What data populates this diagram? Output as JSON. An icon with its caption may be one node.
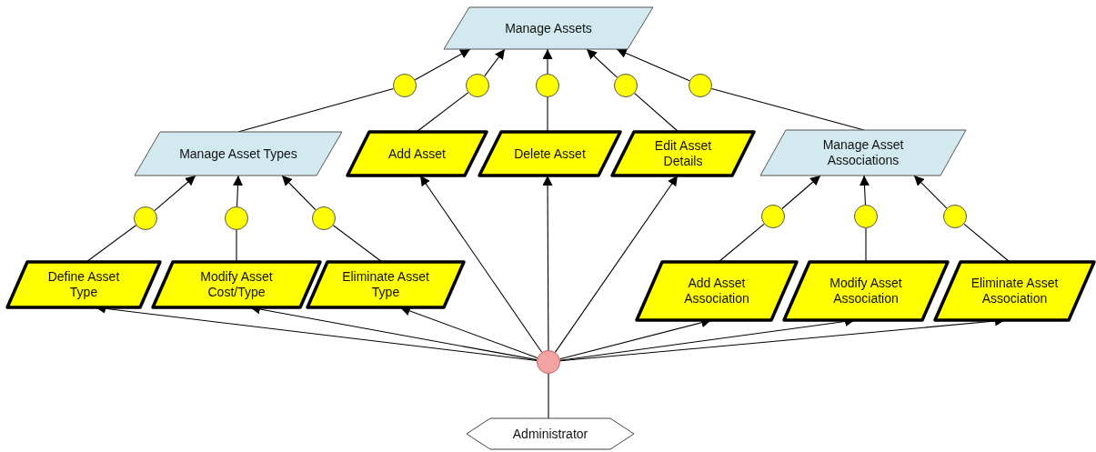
{
  "diagram": {
    "nodes": [
      {
        "text": [
          "Manage Assets"
        ]
      },
      {
        "text": [
          "Manage Asset Types"
        ]
      },
      {
        "text": [
          "Add Asset"
        ]
      },
      {
        "text": [
          "Delete Asset"
        ]
      },
      {
        "text": [
          "Edit Asset Details"
        ]
      },
      {
        "text": [
          "Manage Asset Associations"
        ]
      },
      {
        "text": [
          "Define Asset Type"
        ]
      },
      {
        "text": [
          "Modify Asset Cost/Type"
        ]
      },
      {
        "text": [
          "Eliminate Asset Type"
        ]
      },
      {
        "text": [
          "Add Asset Association"
        ]
      },
      {
        "text": [
          "Modify Asset Association"
        ]
      },
      {
        "text": [
          "Eliminate Asset Association"
        ]
      },
      {
        "text": [
          "Administrator"
        ]
      },
      {
        "text": [],
        "shape": "circle"
      },
      {
        "text": [],
        "shape": "circle"
      },
      {
        "text": [],
        "shape": "circle"
      },
      {
        "text": [],
        "shape": "circle"
      },
      {
        "text": [],
        "shape": "circle"
      },
      {
        "text": [],
        "shape": "circle"
      },
      {
        "text": [],
        "shape": "circle"
      },
      {
        "text": [],
        "shape": "circle"
      },
      {
        "text": [],
        "shape": "circle"
      },
      {
        "text": [],
        "shape": "circle"
      },
      {
        "text": [],
        "shape": "circle"
      },
      {
        "text": [],
        "shape": "circle"
      }
    ],
    "edges": [
      {
        "from": 1,
        "to": 13,
        "arrow": "none"
      },
      {
        "from": 13,
        "to": 0,
        "arrow": "to"
      },
      {
        "from": 2,
        "to": 14,
        "arrow": "none"
      },
      {
        "from": 14,
        "to": 0,
        "arrow": "to"
      },
      {
        "from": 3,
        "to": 15,
        "arrow": "none"
      },
      {
        "from": 15,
        "to": 0,
        "arrow": "to"
      },
      {
        "from": 4,
        "to": 16,
        "arrow": "none"
      },
      {
        "from": 16,
        "to": 0,
        "arrow": "to"
      },
      {
        "from": 5,
        "to": 17,
        "arrow": "none"
      },
      {
        "from": 17,
        "to": 0,
        "arrow": "to"
      },
      {
        "from": 6,
        "to": 18,
        "arrow": "none"
      },
      {
        "from": 18,
        "to": 1,
        "arrow": "to"
      },
      {
        "from": 7,
        "to": 19,
        "arrow": "none"
      },
      {
        "from": 19,
        "to": 1,
        "arrow": "to"
      },
      {
        "from": 8,
        "to": 20,
        "arrow": "none"
      },
      {
        "from": 20,
        "to": 1,
        "arrow": "to"
      },
      {
        "from": 9,
        "to": 21,
        "arrow": "none"
      },
      {
        "from": 21,
        "to": 5,
        "arrow": "to"
      },
      {
        "from": 10,
        "to": 22,
        "arrow": "none"
      },
      {
        "from": 22,
        "to": 5,
        "arrow": "to"
      },
      {
        "from": 11,
        "to": 23,
        "arrow": "none"
      },
      {
        "from": 23,
        "to": 5,
        "arrow": "to"
      },
      {
        "from": 12,
        "to": 24,
        "arrow": "none"
      },
      {
        "from": 24,
        "to": 2,
        "arrow": "to"
      },
      {
        "from": 24,
        "to": 3,
        "arrow": "to"
      },
      {
        "from": 24,
        "to": 4,
        "arrow": "to"
      },
      {
        "from": 24,
        "to": 6,
        "arrow": "to"
      },
      {
        "from": 24,
        "to": 7,
        "arrow": "to"
      },
      {
        "from": 24,
        "to": 8,
        "arrow": "to"
      },
      {
        "from": 24,
        "to": 9,
        "arrow": "to"
      },
      {
        "from": 24,
        "to": 10,
        "arrow": "to"
      },
      {
        "from": 24,
        "to": 11,
        "arrow": "to"
      }
    ]
  }
}
